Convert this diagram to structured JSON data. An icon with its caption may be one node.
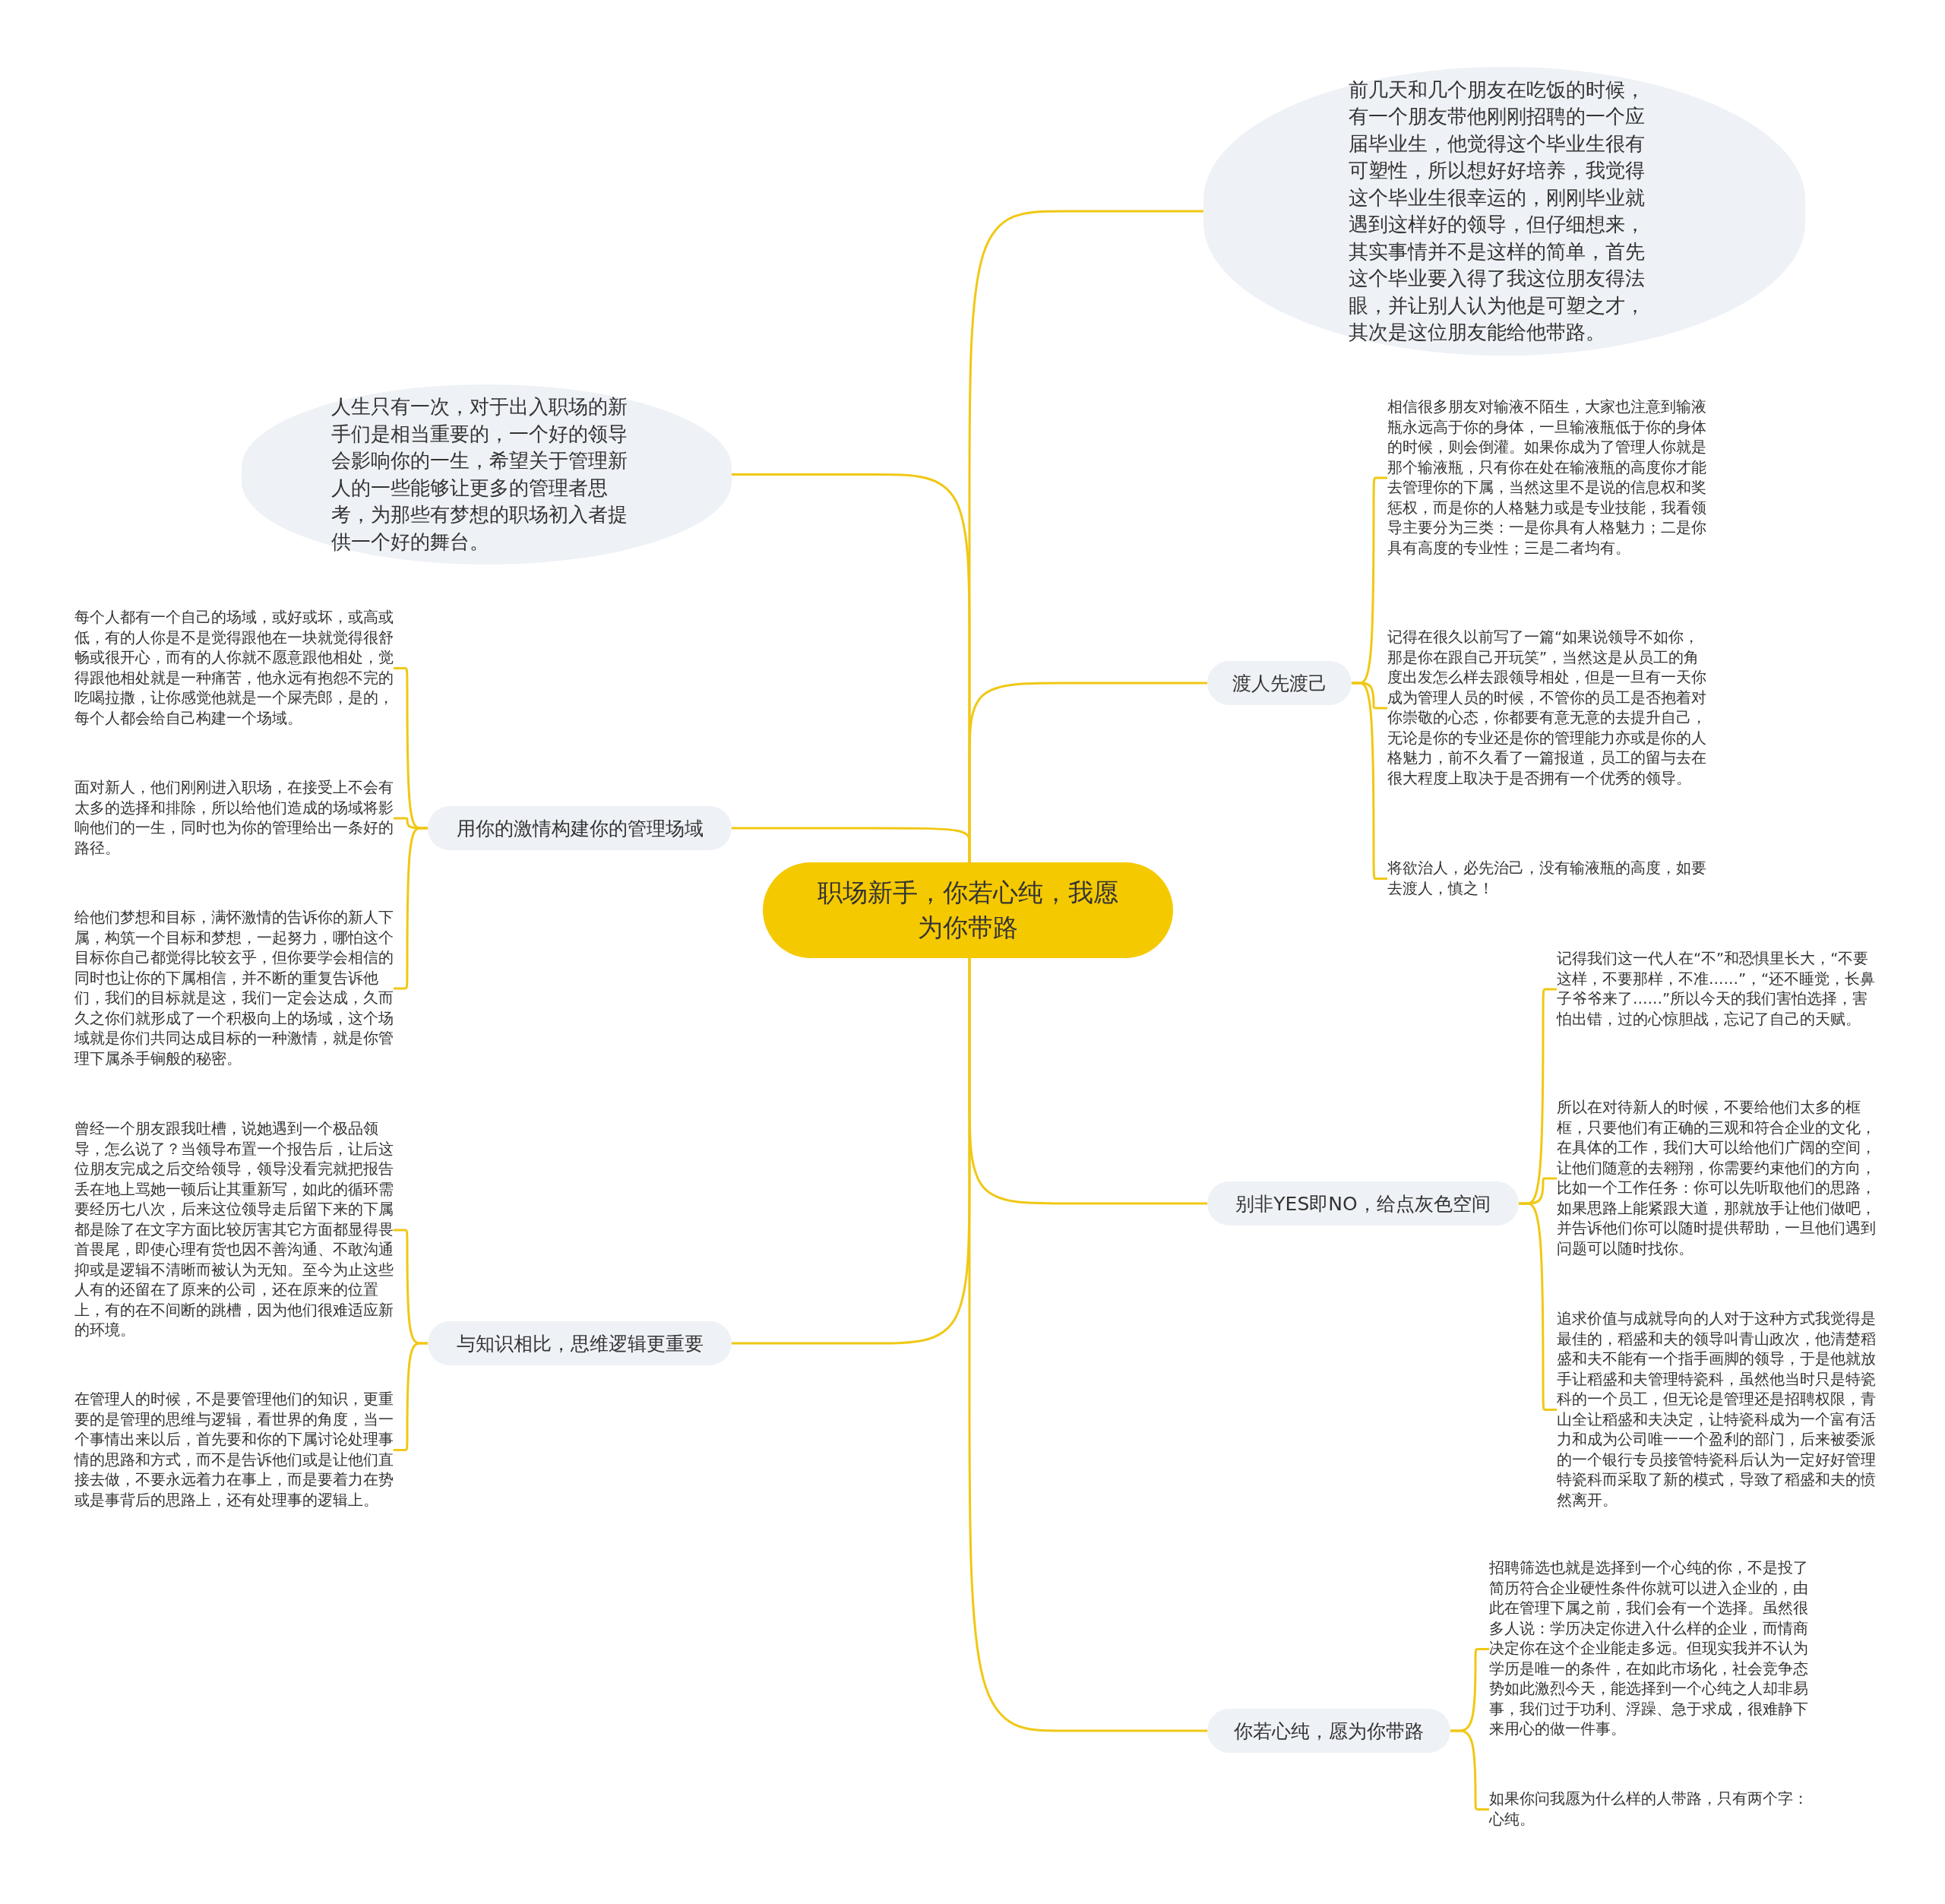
{
  "diagram": {
    "nodes": [
      {
        "text": [
          "职场新手，你若心纯，我愿为你带路"
        ]
      },
      {
        "text": [
          "前几天和几个朋友在吃饭的时候，有一个朋友带他刚刚招聘的一个应届毕业生，他觉得这个毕业生很有可塑性，所以想好好培养，我觉得这个毕业生很幸运的，刚刚毕业就遇到这样好的领导，但仔细想来，其实事情并不是这样的简单，首先这个毕业要入得了我这位朋友得法眼，并让别人认为他是可塑之才，其次是这位朋友能给他带路。"
        ]
      },
      {
        "text": [
          "人生只有一次，对于出入职场的新手们是相当重要的，一个好的领导会影响你的一生，希望关于管理新人的一些能够让更多的管理者思考，为那些有梦想的职场初入者提供一个好的舞台。"
        ]
      },
      {
        "text": [
          "渡人先渡己"
        ]
      },
      {
        "text": [
          "相信很多朋友对输液不陌生，大家也注意到输液瓶永远高于你的身体，一旦输液瓶低于你的身体的时候，则会倒灌。如果你成为了管理人你就是那个输液瓶，只有你在处在输液瓶的高度你才能去管理你的下属，当然这里不是说的信息权和奖惩权，而是你的人格魅力或是专业技能，我看领导主要分为三类：一是你具有人格魅力；二是你具有高度的专业性；三是二者均有。"
        ]
      },
      {
        "text": [
          "记得在很久以前写了一篇“如果说领导不如你，那是你在跟自己开玩笑”，当然这是从员工的角度出发怎么样去跟领导相处，但是一旦有一天你成为管理人员的时候，不管你的员工是否抱着对你崇敬的心态，你都要有意无意的去提升自己，无论是你的专业还是你的管理能力亦或是你的人格魅力，前不久看了一篇报道，员工的留与去在很大程度上取决于是否拥有一个优秀的领导。"
        ]
      },
      {
        "text": [
          "将欲治人，必先治己，没有输液瓶的高度，如要去渡人，慎之！"
        ]
      },
      {
        "text": [
          "用你的激情构建你的管理场域"
        ]
      },
      {
        "text": [
          "每个人都有一个自己的场域，或好或坏，或高或低，有的人你是不是觉得跟他在一块就觉得很舒畅或很开心，而有的人你就不愿意跟他相处，觉得跟他相处就是一种痛苦，他永远有抱怨不完的吃喝拉撒，让你感觉他就是一个屎壳郎，是的，每个人都会给自己构建一个场域。"
        ]
      },
      {
        "text": [
          "面对新人，他们刚刚进入职场，在接受上不会有太多的选择和排除，所以给他们造成的场域将影响他们的一生，同时也为你的管理给出一条好的路径。"
        ]
      },
      {
        "text": [
          "给他们梦想和目标，满怀激情的告诉你的新人下属，构筑一个目标和梦想，一起努力，哪怕这个目标你自己都觉得比较玄乎，但你要学会相信的同时也让你的下属相信，并不断的重复告诉他们，我们的目标就是这，我们一定会达成，久而久之你们就形成了一个积极向上的场域，这个场域就是你们共同达成目标的一种激情，就是你管理下属杀手锏般的秘密。"
        ]
      },
      {
        "text": [
          "别非YES即NO，给点灰色空间"
        ]
      },
      {
        "text": [
          "记得我们这一代人在“不”和恐惧里长大，“不要这样，不要那样，不准……”，“还不睡觉，长鼻子爷爷来了……”所以今天的我们害怕选择，害怕出错，过的心惊胆战，忘记了自己的天赋。"
        ]
      },
      {
        "text": [
          "所以在对待新人的时候，不要给他们太多的框框，只要他们有正确的三观和符合企业的文化，在具体的工作，我们大可以给他们广阔的空间，让他们随意的去翱翔，你需要约束他们的方向，比如一个工作任务：你可以先听取他们的思路，如果思路上能紧跟大道，那就放手让他们做吧，并告诉他们你可以随时提供帮助，一旦他们遇到问题可以随时找你。"
        ]
      },
      {
        "text": [
          "追求价值与成就导向的人对于这种方式我觉得是最佳的，稻盛和夫的领导叫青山政次，他清楚稻盛和夫不能有一个指手画脚的领导，于是他就放手让稻盛和夫管理特瓷科，虽然他当时只是特瓷科的一个员工，但无论是管理还是招聘权限，青山全让稻盛和夫决定，让特瓷科成为一个富有活力和成为公司唯一一个盈利的部门，后来被委派的一个银行专员接管特瓷科后认为一定好好管理特瓷科而采取了新的模式，导致了稻盛和夫的愤然离开。"
        ]
      },
      {
        "text": [
          "与知识相比，思维逻辑更重要"
        ]
      },
      {
        "text": [
          "曾经一个朋友跟我吐槽，说她遇到一个极品领导，怎么说了？当领导布置一个报告后，让后这位朋友完成之后交给领导，领导没看完就把报告丢在地上骂她一顿后让其重新写，如此的循环需要经历七八次，后来这位领导走后留下来的下属都是除了在文字方面比较厉害其它方面都显得畏首畏尾，即使心理有货也因不善沟通、不敢沟通抑或是逻辑不清晰而被认为无知。至今为止这些人有的还留在了原来的公司，还在原来的位置上，有的在不间断的跳槽，因为他们很难适应新的环境。"
        ]
      },
      {
        "text": [
          "在管理人的时候，不是要管理他们的知识，更重要的是管理的思维与逻辑，看世界的角度，当一个事情出来以后，首先要和你的下属讨论处理事情的思路和方式，而不是告诉他们或是让他们直接去做，不要永远着力在事上，而是要着力在势或是事背后的思路上，还有处理事的逻辑上。"
        ]
      },
      {
        "text": [
          "你若心纯，愿为你带路"
        ]
      },
      {
        "text": [
          "招聘筛选也就是选择到一个心纯的你，不是投了简历符合企业硬性条件你就可以进入企业的，由此在管理下属之前，我们会有一个选择。虽然很多人说：学历决定你进入什么样的企业，而情商决定你在这个企业能走多远。但现实我并不认为学历是唯一的条件，在如此市场化，社会竞争态势如此激烈今天，能选择到一个心纯之人却非易事，我们过于功利、浮躁、急于求成，很难静下来用心的做一件事。"
        ]
      },
      {
        "text": [
          "如果你问我愿为什么样的人带路，只有两个字：心纯。"
        ]
      }
    ],
    "edges": [
      {
        "from": 0,
        "to": 1,
        "arrow": "none"
      },
      {
        "from": 0,
        "to": 2,
        "arrow": "none"
      },
      {
        "from": 0,
        "to": 3,
        "arrow": "none"
      },
      {
        "from": 3,
        "to": 4,
        "arrow": "none"
      },
      {
        "from": 3,
        "to": 5,
        "arrow": "none"
      },
      {
        "from": 3,
        "to": 6,
        "arrow": "none"
      },
      {
        "from": 0,
        "to": 7,
        "arrow": "none"
      },
      {
        "from": 7,
        "to": 8,
        "arrow": "none"
      },
      {
        "from": 7,
        "to": 9,
        "arrow": "none"
      },
      {
        "from": 7,
        "to": 10,
        "arrow": "none"
      },
      {
        "from": 0,
        "to": 11,
        "arrow": "none"
      },
      {
        "from": 11,
        "to": 12,
        "arrow": "none"
      },
      {
        "from": 11,
        "to": 13,
        "arrow": "none"
      },
      {
        "from": 11,
        "to": 14,
        "arrow": "none"
      },
      {
        "from": 0,
        "to": 15,
        "arrow": "none"
      },
      {
        "from": 15,
        "to": 16,
        "arrow": "none"
      },
      {
        "from": 15,
        "to": 17,
        "arrow": "none"
      },
      {
        "from": 0,
        "to": 18,
        "arrow": "none"
      },
      {
        "from": 18,
        "to": 19,
        "arrow": "none"
      },
      {
        "from": 18,
        "to": 20,
        "arrow": "none"
      }
    ]
  }
}
